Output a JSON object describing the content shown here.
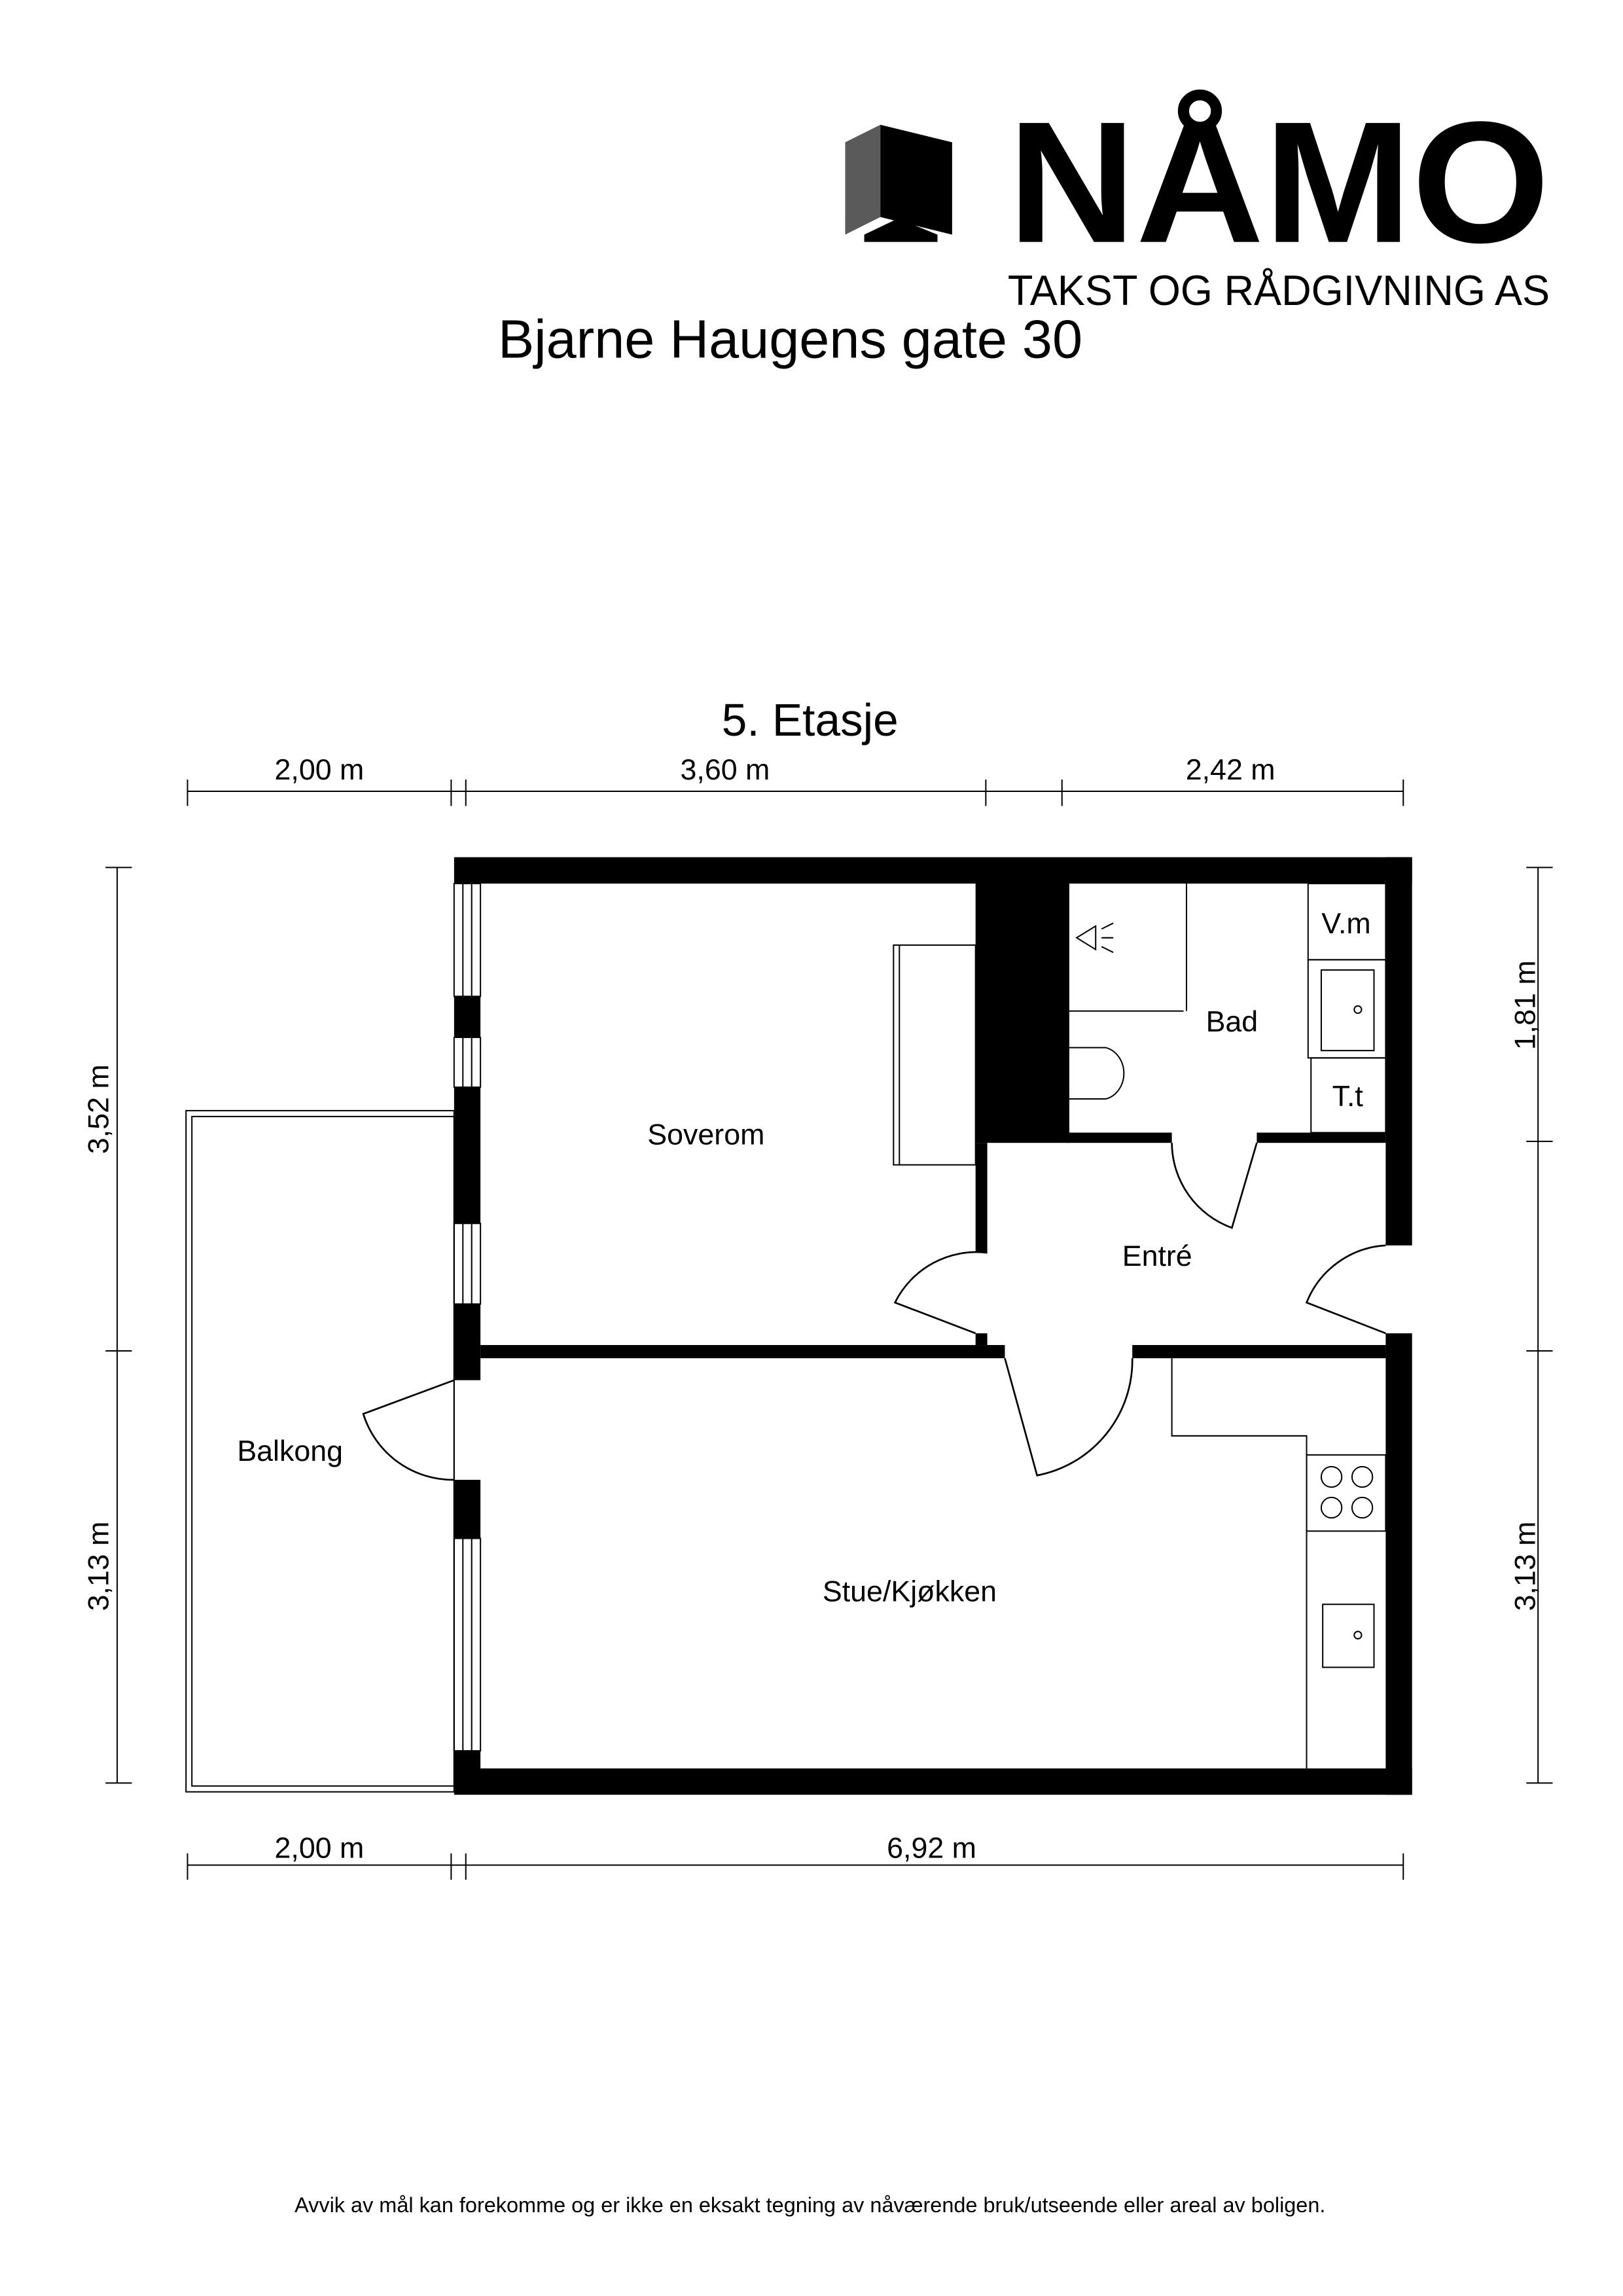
{
  "logo": {
    "brand": "NÅMO",
    "tagline": "TAKST OG RÅDGIVNING AS"
  },
  "title": "Bjarne Haugens gate 30",
  "floor": "5. Etasje",
  "dimensions": {
    "top": [
      "2,00 m",
      "3,60 m",
      "2,42 m"
    ],
    "bottom": [
      "2,00 m",
      "6,92 m"
    ],
    "left": [
      "3,52 m",
      "3,13 m"
    ],
    "right": [
      "1,81 m",
      "3,13 m"
    ]
  },
  "rooms": {
    "soverom": "Soverom",
    "bad": "Bad",
    "vm": "V.m",
    "tt": "T.t",
    "entre": "Entré",
    "balkong": "Balkong",
    "stue": "Stue/Kjøkken"
  },
  "footer": "Avvik av mål kan forekomme og er ikke en eksakt tegning av nåværende bruk/utseende eller areal av boligen."
}
